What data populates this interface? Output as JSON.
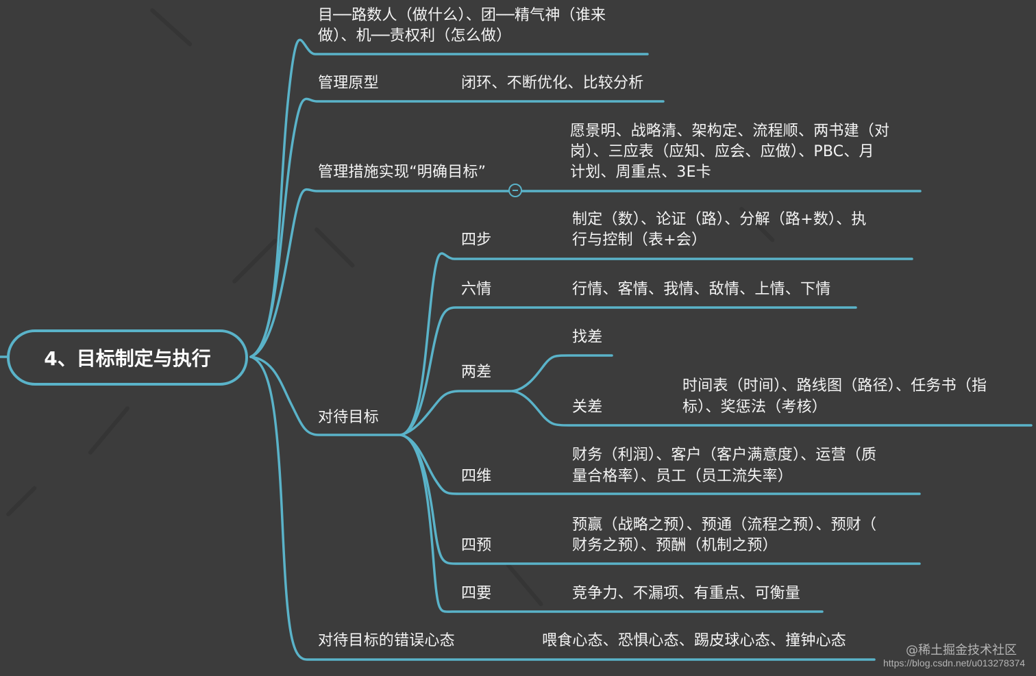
{
  "mindmap": {
    "root": "4、目标制定与执行",
    "line_color": "#5ab3c9",
    "background": "#3c3c3c",
    "branches": [
      {
        "label": "",
        "detail_lines": [
          "目──路数人（做什么）、团──精气神（谁来",
          "做）、机──责权利（怎么做）"
        ]
      },
      {
        "label": "管理原型",
        "detail_lines": [
          "闭环、不断优化、比较分析"
        ]
      },
      {
        "label": "管理措施实现“明确目标”",
        "detail_lines": [
          "愿景明、战略清、架构定、流程顺、两书建（对",
          "岗）、三应表（应知、应会、应做）、PBC、月",
          "计划、周重点、3E卡"
        ],
        "collapse_icon": "collapse-minus-icon"
      },
      {
        "label": "对待目标",
        "children": [
          {
            "label": "四步",
            "detail_lines": [
              "制定（数）、论证（路）、分解（路+数）、执",
              "行与控制（表+会）"
            ]
          },
          {
            "label": "六情",
            "detail_lines": [
              "行情、客情、我情、敌情、上情、下情"
            ]
          },
          {
            "label": "两差",
            "children": [
              {
                "label": "找差",
                "detail_lines": []
              },
              {
                "label": "关差",
                "detail_lines": [
                  "时间表（时间）、路线图（路径）、任务书（指",
                  "标）、奖惩法（考核）"
                ]
              }
            ]
          },
          {
            "label": "四维",
            "detail_lines": [
              "财务（利润）、客户（客户满意度）、运营（质",
              "量合格率）、员工（员工流失率）"
            ]
          },
          {
            "label": "四预",
            "detail_lines": [
              "预赢（战略之预）、预通（流程之预）、预财（",
              "财务之预）、预酬（机制之预）"
            ]
          },
          {
            "label": "四要",
            "detail_lines": [
              "竞争力、不漏项、有重点、可衡量"
            ]
          }
        ]
      },
      {
        "label": "对待目标的错误心态",
        "detail_lines": [
          "喂食心态、恐惧心态、踢皮球心态、撞钟心态"
        ]
      }
    ]
  },
  "watermark": {
    "site": "@稀土掘金技术社区",
    "url": "https://blog.csdn.net/u013278374"
  }
}
